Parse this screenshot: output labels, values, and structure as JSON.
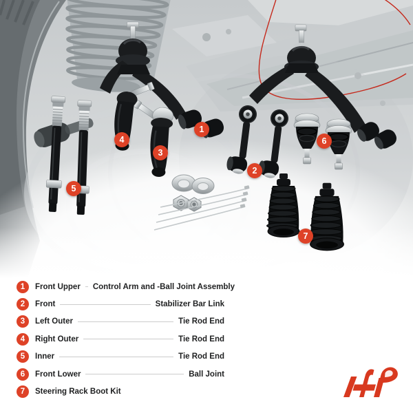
{
  "colors": {
    "accent": "#de4227",
    "logo": "#d8391f",
    "legend_text": "#1f2021",
    "line": "#cccccc",
    "red_line": "#c5281b"
  },
  "photo": {
    "description": "suspension parts kit on grayscale chassis background",
    "badges": [
      {
        "num": "1"
      },
      {
        "num": "2"
      },
      {
        "num": "3"
      },
      {
        "num": "4"
      },
      {
        "num": "5"
      },
      {
        "num": "6"
      },
      {
        "num": "7"
      }
    ]
  },
  "legend": {
    "rows": [
      {
        "num": "1",
        "left": "Front Upper",
        "right": "Control Arm and -Ball Joint Assembly"
      },
      {
        "num": "2",
        "left": "Front",
        "right": "Stabilizer Bar Link"
      },
      {
        "num": "3",
        "left": "Left Outer",
        "right": "Tie Rod End"
      },
      {
        "num": "4",
        "left": "Right Outer",
        "right": "Tie Rod End"
      },
      {
        "num": "5",
        "left": "Inner",
        "right": "Tie Rod End"
      },
      {
        "num": "6",
        "left": "Front Lower",
        "right": "Ball Joint"
      },
      {
        "num": "7",
        "left": "Steering Rack Boot Kit",
        "right": ""
      }
    ]
  },
  "brand": {
    "logo_icon": "ap-monogram"
  }
}
